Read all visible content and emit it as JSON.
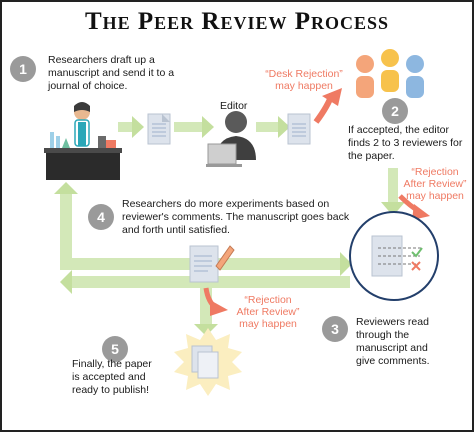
{
  "title": "The Peer Review Process",
  "colors": {
    "arrow": "#d3e8b8",
    "arrow_tip": "#c4df9e",
    "red_arrow": "#ef7a63",
    "badge": "#9a9a9a",
    "paper": "#dde3ec",
    "circle": "#233f6b"
  },
  "steps": [
    {
      "num": "1",
      "text_lines": [
        "Researchers draft up a",
        "manuscript and send it to a",
        "journal of choice."
      ]
    },
    {
      "num": "2",
      "text_lines": [
        "If accepted, the editor",
        "finds 2 to 3 reviewers for",
        "the paper."
      ]
    },
    {
      "num": "3",
      "text_lines": [
        "Reviewers read",
        "through the",
        "manuscript and",
        "give comments."
      ]
    },
    {
      "num": "4",
      "text_lines": [
        "Researchers do more experiments based on",
        "reviewer's comments. The manuscript goes back",
        "and forth until satisfied."
      ]
    },
    {
      "num": "5",
      "text_lines": [
        "Finally, the paper",
        "is accepted and",
        "ready to publish!"
      ]
    }
  ],
  "editor_label": "Editor",
  "desk_rejection_lines": [
    "“Desk Rejection”",
    "may happen"
  ],
  "rejection_after_review_right_lines": [
    "“Rejection",
    "After Review”",
    "may happen"
  ],
  "rejection_after_review_bottom_lines": [
    "“Rejection",
    "After Review”",
    "may happen"
  ],
  "icons": [
    "researcher-lab-icon",
    "manuscript-icon",
    "editor-person-icon",
    "reviewers-group-icon",
    "reviewing-manuscript-icon",
    "editing-manuscript-icon",
    "published-papers-icon"
  ]
}
